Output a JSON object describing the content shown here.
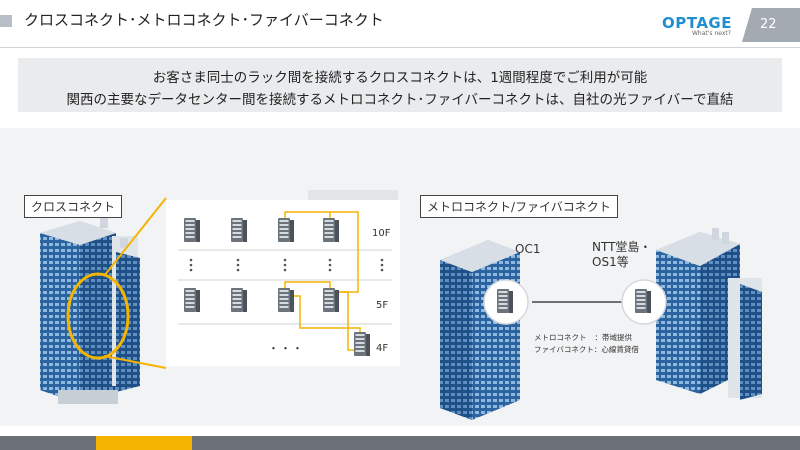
{
  "header": {
    "title": "クロスコネクト･メトロコネクト･ファイバーコネクト",
    "logo_text": "OPTAGE",
    "logo_tagline": "What's next?",
    "page_number": "22"
  },
  "summary": {
    "line1": "お客さま同士のラック間を接続するクロスコネクトは、1週間程度でご利用が可能",
    "line2": "関西の主要なデータセンター間を接続するメトロコネクト･ファイバーコネクトは、自社の光ファイバーで直結"
  },
  "cross_connect": {
    "label": "クロスコネクト",
    "floors": [
      "10F",
      "5F",
      "4F"
    ],
    "ellipsis": "・・・"
  },
  "metro_connect": {
    "label": "メトロコネクト/ファイバコネクト",
    "site_a": "OC1",
    "site_b_line1": "NTT堂島・",
    "site_b_line2": "OS1等",
    "legend": [
      {
        "name": "メトロコネクト",
        "desc": "：帯域提供"
      },
      {
        "name": "ファイバコネクト",
        "desc": "：心線賃貸借"
      }
    ]
  },
  "colors": {
    "accent_yellow": "#f5b400",
    "building_blue": "#2f6fad",
    "logo_blue": "#1f8fd0",
    "footer_gray": "#6b7177"
  }
}
